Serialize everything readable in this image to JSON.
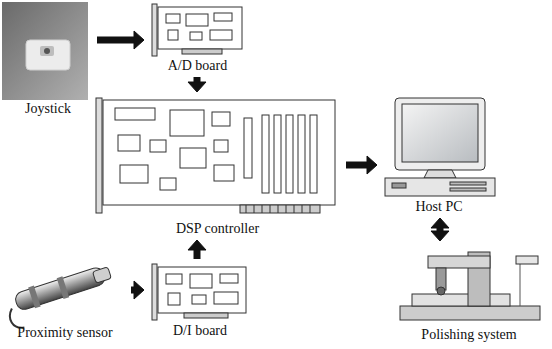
{
  "diagram": {
    "nodes": [
      {
        "text": [
          "Joystick"
        ]
      },
      {
        "text": [
          "A/D board"
        ]
      },
      {
        "text": [
          "DSP controller"
        ]
      },
      {
        "text": [
          "Host PC"
        ]
      },
      {
        "text": [
          "D/I board"
        ]
      },
      {
        "text": [
          "Proximity sensor"
        ]
      },
      {
        "text": [
          "Polishing system"
        ]
      }
    ],
    "edges": [
      {
        "from": 0,
        "to": 1,
        "arrow": "to"
      },
      {
        "from": 1,
        "to": 2,
        "arrow": "to"
      },
      {
        "from": 2,
        "to": 3,
        "arrow": "to"
      },
      {
        "from": 3,
        "to": 6,
        "arrow": "both"
      },
      {
        "from": 5,
        "to": 4,
        "arrow": "to"
      },
      {
        "from": 4,
        "to": 2,
        "arrow": "to"
      }
    ]
  }
}
